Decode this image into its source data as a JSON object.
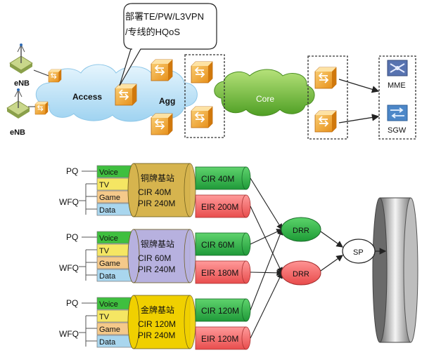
{
  "topology": {
    "callout_line1": "部署TE/PW/L3VPN",
    "callout_line2": "/专线的HQoS",
    "enb_top": "eNB",
    "enb_bottom": "eNB",
    "access": "Access",
    "agg": "Agg",
    "core": "Core",
    "mme": "MME",
    "sgw": "SGW",
    "colors": {
      "cloud": "#bfe4f7",
      "core": "#7dc243",
      "router": "#f2a532"
    }
  },
  "qos": {
    "pq_label": "PQ",
    "wfq_label": "WFQ",
    "groups": [
      {
        "queues": [
          "Voice",
          "TV",
          "Game",
          "Data"
        ],
        "name": "铜牌基站",
        "cir": "CIR 40M",
        "pir": "PIR 240M",
        "cir_out": "CIR 40M",
        "eir_out": "EIR 200M",
        "color": "#d6b44e"
      },
      {
        "queues": [
          "Voice",
          "TV",
          "Game",
          "Data"
        ],
        "name": "银牌基站",
        "cir": "CIR 60M",
        "pir": "PIR 240M",
        "cir_out": "CIR 60M",
        "eir_out": "EIR 180M",
        "color": "#b7b1df"
      },
      {
        "queues": [
          "Voice",
          "TV",
          "Game",
          "Data"
        ],
        "name": "金牌基站",
        "cir": "CIR 120M",
        "pir": "PIR 240M",
        "cir_out": "CIR 120M",
        "eir_out": "EIR 120M",
        "color": "#f0d000"
      }
    ],
    "drr_top": "DRR",
    "drr_bottom": "DRR",
    "sp": "SP",
    "colors": {
      "cir": "#2db34a",
      "eir": "#f46b6b",
      "voice": "#3fbf3f",
      "tv": "#f5e663",
      "game": "#f5c98a",
      "data": "#a9d6ee"
    }
  }
}
